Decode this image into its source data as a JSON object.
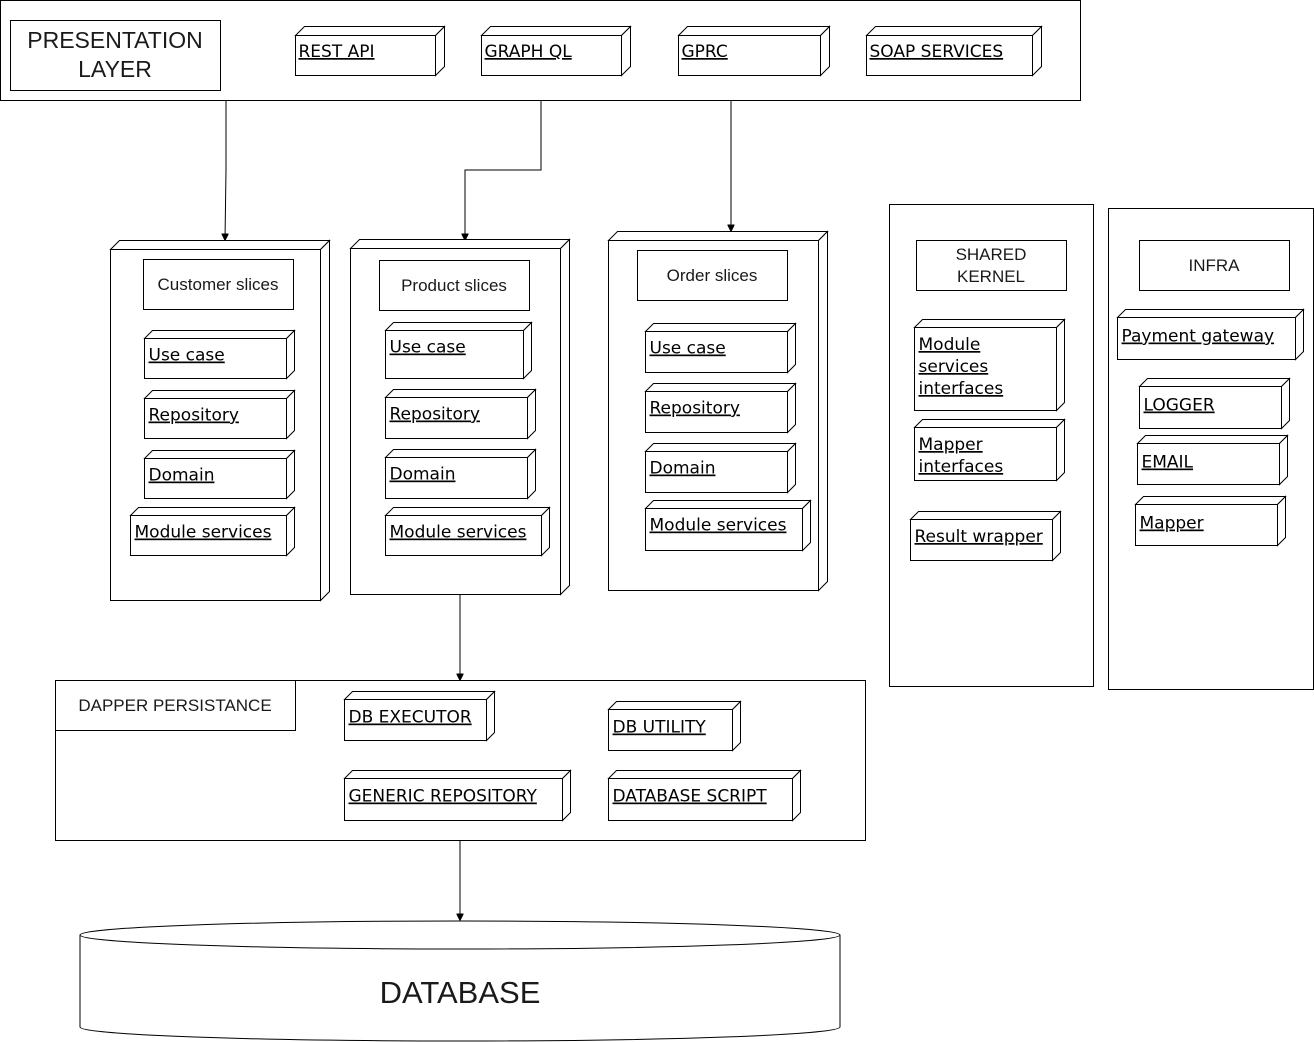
{
  "presentation": {
    "title_line1": "PRESENTATION",
    "title_line2": "LAYER",
    "items": [
      "REST API",
      "GRAPH QL",
      "GPRC",
      "SOAP SERVICES"
    ]
  },
  "customer": {
    "title": "Customer slices",
    "items": [
      "Use case",
      "Repository",
      "Domain",
      "Module services"
    ]
  },
  "product": {
    "title": "Product slices",
    "items": [
      "Use case ",
      "Repository ",
      "Domain",
      "Module services"
    ]
  },
  "order": {
    "title": "Order slices",
    "items": [
      "Use case ",
      "Repository",
      "Domain",
      "Module services"
    ]
  },
  "shared_kernel": {
    "title_line1": "SHARED",
    "title_line2": "KERNEL",
    "module_services_interfaces": [
      "Module",
      "services",
      "interfaces"
    ],
    "mapper_interfaces": [
      "Mapper",
      "interfaces"
    ],
    "result_wrapper": "Result wrapper"
  },
  "infra": {
    "title": "INFRA",
    "items": [
      "Payment gateway",
      "LOGGER",
      "EMAIL",
      "Mapper"
    ]
  },
  "persistence": {
    "title": "DAPPER PERSISTANCE",
    "items": [
      "DB EXECUTOR",
      "DB UTILITY",
      "GENERIC REPOSITORY",
      "DATABASE SCRIPT"
    ]
  },
  "database": {
    "label": "DATABASE"
  }
}
